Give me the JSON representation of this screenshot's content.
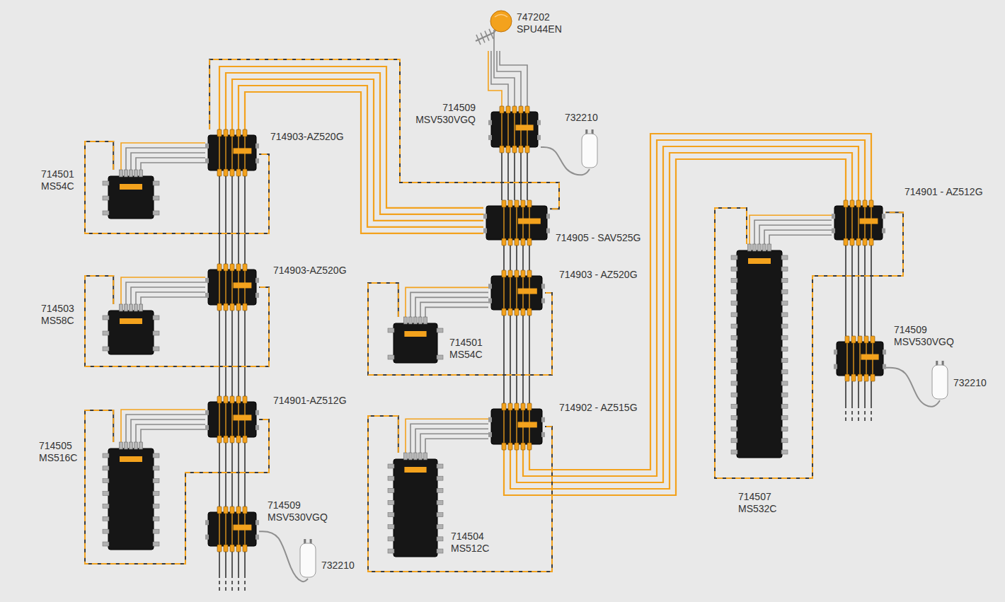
{
  "diagram": {
    "nodes": [
      {
        "text": [
          "747202 SPU44EN"
        ]
      },
      {
        "text": [
          "714509 MSV530VGQ"
        ]
      },
      {
        "text": [
          "732210"
        ]
      },
      {
        "text": [
          "714905 - SAV525G"
        ]
      },
      {
        "text": [
          "714903 - AZ520G"
        ]
      },
      {
        "text": [
          "714501 MS54C"
        ]
      },
      {
        "text": [
          "714902 - AZ515G"
        ]
      },
      {
        "text": [
          "714504 MS512C"
        ]
      },
      {
        "text": [
          "714903-AZ520G"
        ]
      },
      {
        "text": [
          "714501 MS54C"
        ]
      },
      {
        "text": [
          "714903-AZ520G"
        ]
      },
      {
        "text": [
          "714503 MS58C"
        ]
      },
      {
        "text": [
          "714901-AZ512G"
        ]
      },
      {
        "text": [
          "714505 MS516C"
        ]
      },
      {
        "text": [
          "714509 MSV530VGQ"
        ]
      },
      {
        "text": [
          "732210"
        ]
      },
      {
        "text": [
          "714901 - AZ512G"
        ]
      },
      {
        "text": [
          "714507 MS532C"
        ]
      },
      {
        "text": [
          "714509 MSV530VGQ"
        ]
      },
      {
        "text": [
          "732210"
        ]
      }
    ],
    "edges": [
      {
        "from": 0,
        "to": 1,
        "arrow": "none"
      },
      {
        "from": 1,
        "to": 3,
        "arrow": "none"
      },
      {
        "from": 1,
        "to": 2,
        "arrow": "none"
      },
      {
        "from": 3,
        "to": 8,
        "arrow": "none"
      },
      {
        "from": 3,
        "to": 4,
        "arrow": "none"
      },
      {
        "from": 4,
        "to": 5,
        "arrow": "none"
      },
      {
        "from": 4,
        "to": 6,
        "arrow": "none"
      },
      {
        "from": 6,
        "to": 7,
        "arrow": "none"
      },
      {
        "from": 6,
        "to": 16,
        "arrow": "none"
      },
      {
        "from": 8,
        "to": 9,
        "arrow": "none"
      },
      {
        "from": 8,
        "to": 10,
        "arrow": "none"
      },
      {
        "from": 10,
        "to": 11,
        "arrow": "none"
      },
      {
        "from": 10,
        "to": 12,
        "arrow": "none"
      },
      {
        "from": 12,
        "to": 13,
        "arrow": "none"
      },
      {
        "from": 12,
        "to": 14,
        "arrow": "none"
      },
      {
        "from": 14,
        "to": 15,
        "arrow": "none"
      },
      {
        "from": 16,
        "to": 17,
        "arrow": "none"
      },
      {
        "from": 16,
        "to": 18,
        "arrow": "none"
      },
      {
        "from": 18,
        "to": 19,
        "arrow": "none"
      },
      {
        "from": 8,
        "to": 3,
        "arrow": "none"
      },
      {
        "from": 9,
        "to": 8,
        "arrow": "none"
      },
      {
        "from": 11,
        "to": 10,
        "arrow": "none"
      },
      {
        "from": 13,
        "to": 12,
        "arrow": "none"
      },
      {
        "from": 5,
        "to": 4,
        "arrow": "none"
      },
      {
        "from": 7,
        "to": 6,
        "arrow": "none"
      },
      {
        "from": 17,
        "to": 16,
        "arrow": "none"
      }
    ]
  }
}
